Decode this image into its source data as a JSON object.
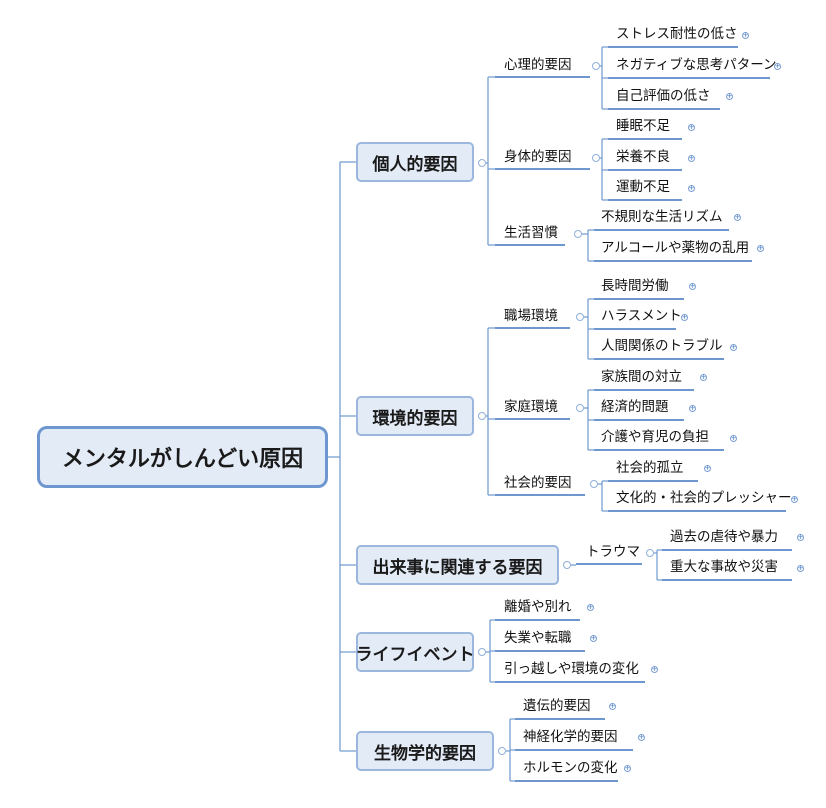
{
  "root": "メンタルがしんどい原因",
  "branches": [
    {
      "label": "個人的要因",
      "groups": [
        {
          "label": "心理的要因",
          "leaves": [
            "ストレス耐性の低さ",
            "ネガティブな思考パターン",
            "自己評価の低さ"
          ]
        },
        {
          "label": "身体的要因",
          "leaves": [
            "睡眠不足",
            "栄養不良",
            "運動不足"
          ]
        },
        {
          "label": "生活習慣",
          "leaves": [
            "不規則な生活リズム",
            "アルコールや薬物の乱用"
          ]
        }
      ]
    },
    {
      "label": "環境的要因",
      "groups": [
        {
          "label": "職場環境",
          "leaves": [
            "長時間労働",
            "ハラスメント",
            "人間関係のトラブル"
          ]
        },
        {
          "label": "家庭環境",
          "leaves": [
            "家族間の対立",
            "経済的問題",
            "介護や育児の負担"
          ]
        },
        {
          "label": "社会的要因",
          "leaves": [
            "社会的孤立",
            "文化的・社会的プレッシャー"
          ]
        }
      ]
    },
    {
      "label": "出来事に関連する要因",
      "groups": [
        {
          "label": "トラウマ",
          "leaves": [
            "過去の虐待や暴力",
            "重大な事故や災害"
          ]
        }
      ]
    },
    {
      "label": "ライフイベント",
      "groups": [
        {
          "label": "離婚や別れ",
          "leaves": []
        },
        {
          "label": "失業や転職",
          "leaves": []
        },
        {
          "label": "引っ越しや環境の変化",
          "leaves": []
        }
      ]
    },
    {
      "label": "生物学的要因",
      "groups": [
        {
          "label": "遺伝的要因",
          "leaves": []
        },
        {
          "label": "神経化学的要因",
          "leaves": []
        },
        {
          "label": "ホルモンの変化",
          "leaves": []
        }
      ]
    }
  ],
  "colors": {
    "line": "#6f97cf",
    "node_fill": "#e3ebf6",
    "node_border": "#9bb7dd",
    "text": "#111111"
  },
  "icons": {
    "expand": "plus-circle-icon",
    "collapse": "minus-circle-icon"
  }
}
